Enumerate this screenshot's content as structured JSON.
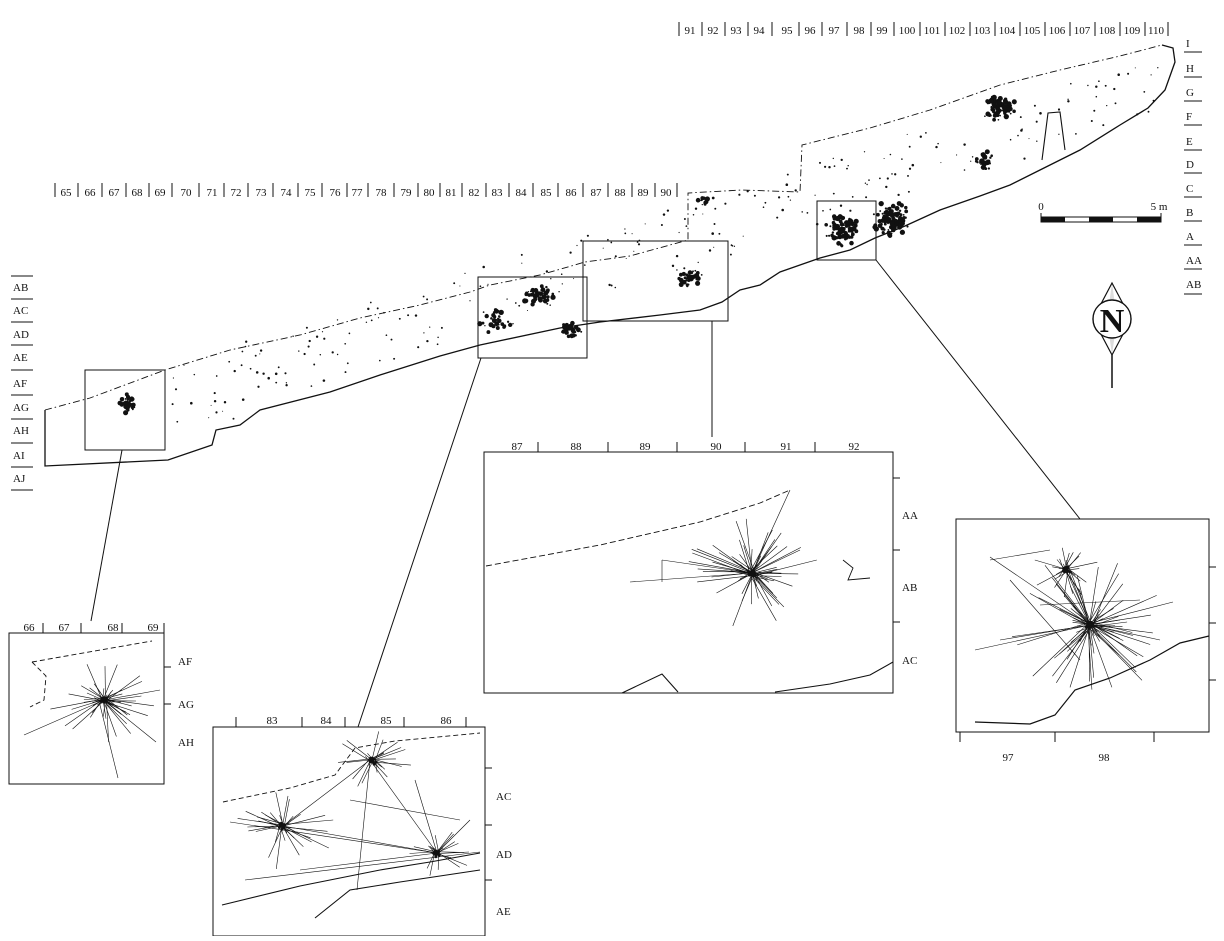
{
  "grid": {
    "top_cols": [
      "91",
      "92",
      "93",
      "94",
      "95",
      "96",
      "97",
      "98",
      "99",
      "100",
      "101",
      "102",
      "103",
      "104",
      "105",
      "106",
      "107",
      "108",
      "109",
      "110"
    ],
    "mid_cols": [
      "65",
      "66",
      "67",
      "68",
      "69",
      "70",
      "71",
      "72",
      "73",
      "74",
      "75",
      "76",
      "77",
      "78",
      "79",
      "80",
      "81",
      "82",
      "83",
      "84",
      "85",
      "86",
      "87",
      "88",
      "89",
      "90"
    ],
    "right_rows": [
      "I",
      "H",
      "G",
      "F",
      "E",
      "D",
      "C",
      "B",
      "A",
      "AA",
      "AB"
    ],
    "left_rows": [
      "AB",
      "AC",
      "AD",
      "AE",
      "AF",
      "AG",
      "AH",
      "AI",
      "AJ"
    ]
  },
  "scale_bar": {
    "start_label": "0",
    "end_label": "5 m"
  },
  "north_arrow": {
    "label": "N"
  },
  "insets": {
    "inset1": {
      "cols": [
        "66",
        "67",
        "68",
        "69"
      ],
      "rows": [
        "AF",
        "AG",
        "AH"
      ]
    },
    "inset2": {
      "cols": [
        "83",
        "84",
        "85",
        "86"
      ],
      "rows": [
        "AC",
        "AD",
        "AE"
      ]
    },
    "inset3": {
      "cols": [
        "87",
        "88",
        "89",
        "90",
        "91",
        "92"
      ],
      "rows": [
        "AA",
        "AB",
        "AC"
      ]
    },
    "inset4": {
      "cols": [
        "97",
        "98"
      ]
    }
  }
}
